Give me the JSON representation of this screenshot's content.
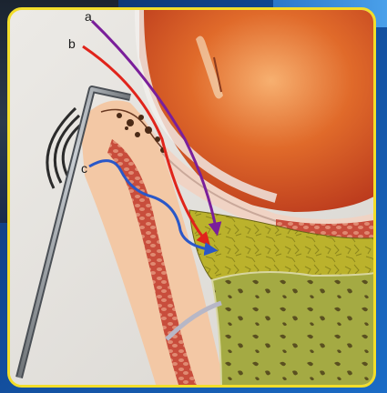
{
  "labels": {
    "a": "a",
    "b": "b",
    "c": "c"
  },
  "colors": {
    "frame": "#f2dd2a",
    "arrow_a": "#7a1f9a",
    "arrow_b": "#e0241b",
    "arrow_c": "#2a57c8",
    "cartilage": "#b9ad2a",
    "bone": "#9aa23a",
    "soft_tissue": "#f2c6a6",
    "muscle": "#c64b3c",
    "bladder": "#d95a22"
  },
  "icons": [
    "probe-icon",
    "ultrasound-wave-icon"
  ]
}
